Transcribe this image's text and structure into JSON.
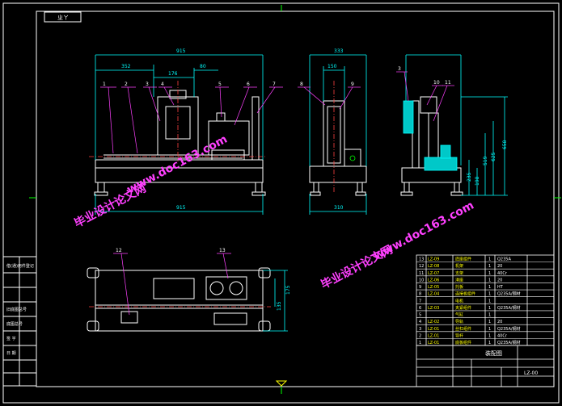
{
  "sheet": {
    "title_tab": "ㄓㄚ",
    "drawing_number": "LZ-00",
    "drawing_name_hint": "装配图",
    "left_strip": [
      "借(通)用件登记",
      "",
      "",
      "旧底图总号",
      "底图总号",
      "签  字",
      "日  期"
    ]
  },
  "views": {
    "front": {
      "dims": {
        "overall_top": "915",
        "sub_1": "352",
        "sub_2": "176",
        "sub_3": "80",
        "overall_bottom": "915"
      },
      "balloons": [
        "1",
        "2",
        "3",
        "4",
        "5",
        "6",
        "7"
      ]
    },
    "side": {
      "dims": {
        "top": "333",
        "inner": "150",
        "bottom": "310"
      },
      "balloons": [
        "8",
        "9"
      ]
    },
    "right": {
      "dims": {
        "h1": "658",
        "h2": "625",
        "h3": "519",
        "h4": "198",
        "h5": "235"
      },
      "balloons": [
        "3",
        "10",
        "11"
      ]
    },
    "top": {
      "dims": {
        "v1": "175",
        "v2": "135"
      },
      "balloons": [
        "12",
        "13"
      ]
    }
  },
  "bom": {
    "rows": [
      {
        "no": "13",
        "code": "LZ-09",
        "name": "底座组件",
        "qty": "1",
        "mat": "Q235A"
      },
      {
        "no": "12",
        "code": "LZ-08",
        "name": "机架",
        "qty": "1",
        "mat": "20"
      },
      {
        "no": "11",
        "code": "LZ-07",
        "name": "支架",
        "qty": "1",
        "mat": "40Cr"
      },
      {
        "no": "10",
        "code": "LZ-06",
        "name": "滑座",
        "qty": "1",
        "mat": "20"
      },
      {
        "no": "9",
        "code": "LZ-05",
        "name": "托板",
        "qty": "1",
        "mat": "HT"
      },
      {
        "no": "8",
        "code": "LZ-04",
        "name": "连接板组件",
        "qty": "1",
        "mat": "Q235A/钢材"
      },
      {
        "no": "7",
        "code": "",
        "name": "电机",
        "qty": "1",
        "mat": ""
      },
      {
        "no": "6",
        "code": "LZ-03",
        "name": "夹紧组件",
        "qty": "1",
        "mat": "Q235A/钢材"
      },
      {
        "no": "5",
        "code": "",
        "name": "气缸",
        "qty": "1",
        "mat": ""
      },
      {
        "no": "4",
        "code": "LZ-02",
        "name": "导轨",
        "qty": "1",
        "mat": "20"
      },
      {
        "no": "3",
        "code": "LZ-01",
        "name": "丝杠组件",
        "qty": "1",
        "mat": "Q235A/钢材"
      },
      {
        "no": "2",
        "code": "LZ-01",
        "name": "导杆",
        "qty": "1",
        "mat": "40Cr"
      },
      {
        "no": "1",
        "code": "LZ-01",
        "name": "底板组件",
        "qty": "1",
        "mat": "Q235A/钢材"
      }
    ],
    "title_text": "装配图",
    "drawing_no": "LZ-00"
  },
  "watermarks": {
    "text_cn": "毕业设计论文网",
    "text_url": "www.doc163.com"
  },
  "colors": {
    "frame": "#ffffff",
    "part": "#ffffff",
    "dim": "#00ffff",
    "leader": "#ff40ff",
    "center": "#ff4040",
    "mark": "#ffff00",
    "fill_cyan": "#00c8c8",
    "green": "#00ff00",
    "watermark": "#ff40ff"
  }
}
